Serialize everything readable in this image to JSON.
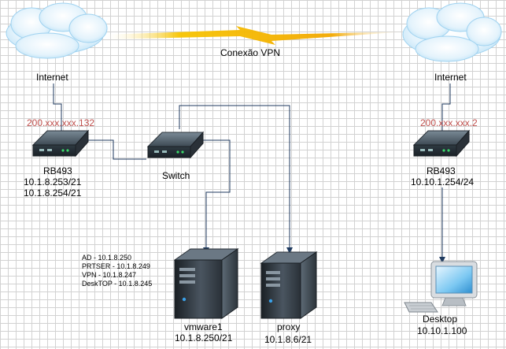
{
  "vpn_label": "Conexão VPN",
  "left_site": {
    "cloud_label": "Internet",
    "public_ip": "200.xxx.xxx.132",
    "router_name": "RB493",
    "router_ips": [
      "10.1.8.253/21",
      "10.1.8.254/21"
    ],
    "switch_name": "Switch",
    "vm_list": [
      "AD - 10.1.8.250",
      "PRTSER - 10.1.8.249",
      "VPN - 10.1.8.247",
      "DeskTOP - 10.1.8.245"
    ],
    "server1_name": "vmware1",
    "server1_ip": "10.1.8.250/21",
    "server2_name": "proxy",
    "server2_ip": "10.1.8.6/21"
  },
  "right_site": {
    "cloud_label": "Internet",
    "public_ip": "200.xxx.xxx.2",
    "router_name": "RB493",
    "router_ip": "10.10.1.254/24",
    "desktop_name": "Desktop",
    "desktop_ip": "10.10.1.100"
  },
  "colors": {
    "vpn_bolt": "#f5b800",
    "public_ip_text": "#c0504d",
    "link_line": "#1f3a5f",
    "grid": "#d2d2d2",
    "cloud": "#d8eefb"
  }
}
